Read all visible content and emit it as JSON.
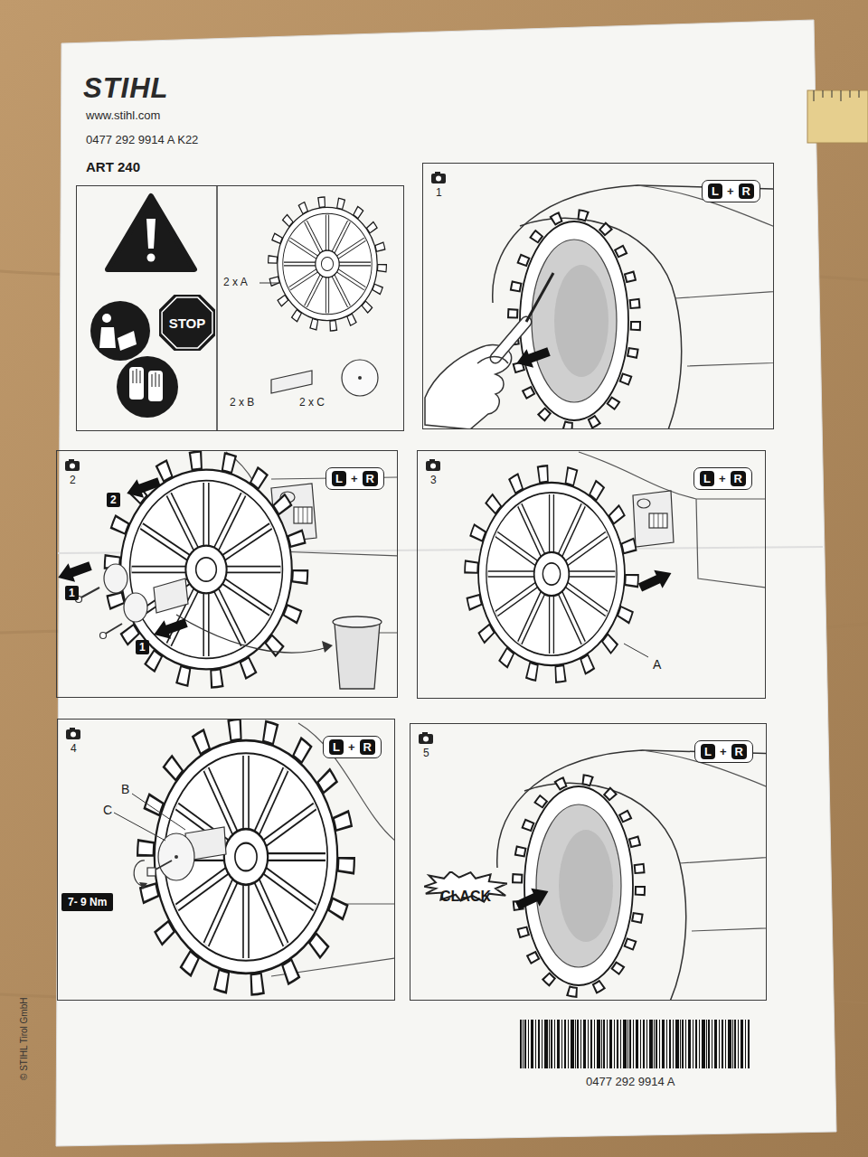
{
  "diagram": {
    "title": "ART 240",
    "nodes": [
      {
        "text": [
          "2 x A",
          "2 x B",
          "2 x C"
        ]
      },
      {
        "text": [
          "STOP"
        ],
        "in": 0
      },
      {
        "text": [
          "1"
        ]
      },
      {
        "text": [
          "L",
          "+",
          "R"
        ],
        "in": 2
      },
      {
        "text": [
          "2"
        ]
      },
      {
        "text": [
          "L",
          "+",
          "R"
        ],
        "in": 4
      },
      {
        "text": [
          "3"
        ]
      },
      {
        "text": [
          "L",
          "+",
          "R"
        ],
        "in": 6
      },
      {
        "text": [
          "4"
        ]
      },
      {
        "text": [
          "L",
          "+",
          "R"
        ],
        "in": 8
      },
      {
        "text": [
          "5"
        ]
      },
      {
        "text": [
          "L",
          "+",
          "R"
        ],
        "in": 10
      },
      {
        "text": [
          "CLACK"
        ],
        "in": 10
      }
    ],
    "labels": [
      "STIHL",
      "www.stihl.com",
      "0477 292 9914 A K22",
      "2",
      "1",
      "1",
      "A",
      "B",
      "C",
      "7- 9 Nm",
      "0477 292 9914 A",
      "© STIHL Tirol GmbH"
    ]
  }
}
